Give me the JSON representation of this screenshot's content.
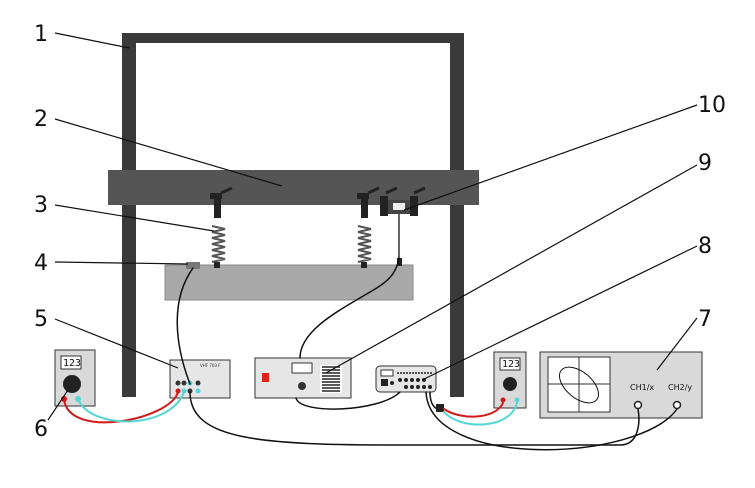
{
  "labels": {
    "l1": "1",
    "l2": "2",
    "l3": "3",
    "l4": "4",
    "l5": "5",
    "l6": "6",
    "l7": "7",
    "l8": "8",
    "l9": "9",
    "l10": "10"
  },
  "multimeter_left": {
    "display": "123"
  },
  "multimeter_right": {
    "display": "123"
  },
  "oscilloscope": {
    "ch1": "CH1/x",
    "ch2": "CH2/y"
  },
  "amplifier": {
    "label": "VHF 703 F"
  },
  "colors": {
    "frame": "#3a3a3a",
    "crossbar": "#505050",
    "mass_block": "#a9a9a9",
    "device_panel": "#e2e2e2",
    "wire_red": "#d11a1a",
    "wire_cyan": "#55d6d6",
    "wire_black": "#111111",
    "led_red": "#e0201a"
  }
}
